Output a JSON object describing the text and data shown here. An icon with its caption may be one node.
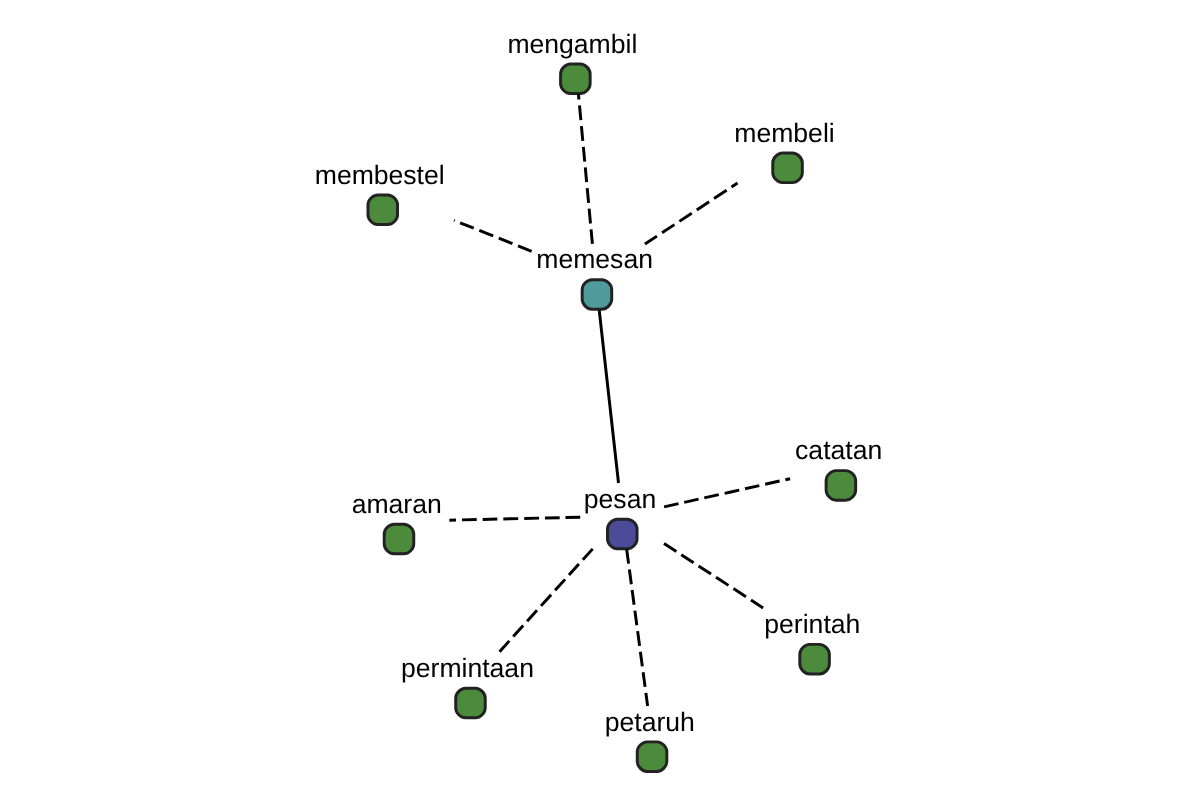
{
  "diagram": {
    "nodes": [
      {
        "text": [
          "membestel"
        ]
      },
      {
        "text": [
          "membeli"
        ]
      },
      {
        "text": [
          "permintaan"
        ]
      },
      {
        "text": [
          "memesan"
        ]
      },
      {
        "text": [
          "mengambil"
        ]
      },
      {
        "text": [
          "amaran"
        ]
      },
      {
        "text": [
          "pesan"
        ]
      },
      {
        "text": [
          "perintah"
        ]
      },
      {
        "text": [
          "catatan"
        ]
      },
      {
        "text": [
          "petaruh"
        ]
      }
    ],
    "edges": [
      {
        "from": 6,
        "to": 3,
        "arrow": "none"
      },
      {
        "from": 3,
        "to": 0,
        "arrow": "none",
        "style": "dashed"
      },
      {
        "from": 3,
        "to": 1,
        "arrow": "none",
        "style": "dashed"
      },
      {
        "from": 3,
        "to": 4,
        "arrow": "none",
        "style": "dashed"
      },
      {
        "from": 6,
        "to": 2,
        "arrow": "none",
        "style": "dashed"
      },
      {
        "from": 6,
        "to": 5,
        "arrow": "none",
        "style": "dashed"
      },
      {
        "from": 6,
        "to": 7,
        "arrow": "none",
        "style": "dashed"
      },
      {
        "from": 6,
        "to": 8,
        "arrow": "none",
        "style": "dashed"
      },
      {
        "from": 6,
        "to": 9,
        "arrow": "none",
        "style": "dashed"
      }
    ]
  }
}
